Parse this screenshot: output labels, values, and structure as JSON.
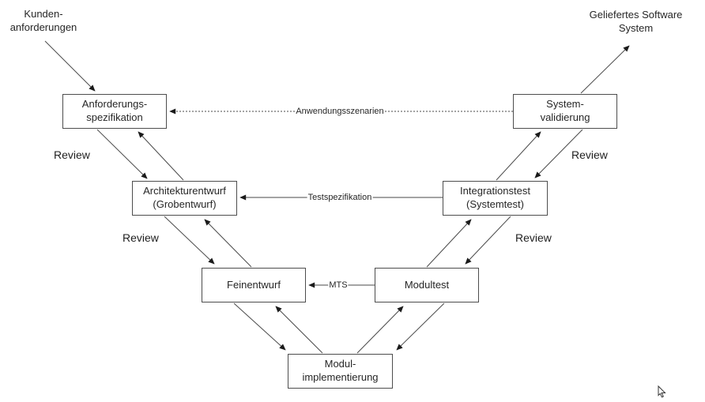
{
  "nodes": {
    "anforderungsspezifikation": {
      "label": "Anforderungs-\nspezifikation"
    },
    "systemvalidierung": {
      "label": "System-\nvalidierung"
    },
    "architekturentwurf": {
      "label": "Architekturentwurf\n(Grobentwurf)"
    },
    "integrationstest": {
      "label": "Integrationstest\n(Systemtest)"
    },
    "feinentwurf": {
      "label": "Feinentwurf"
    },
    "modultest": {
      "label": "Modultest"
    },
    "modulimplementierung": {
      "label": "Modul-\nimplementierung"
    }
  },
  "labels": {
    "kundenanforderungen": "Kunden-\nanforderungen",
    "geliefertes_software_system": "Geliefertes Software\nSystem",
    "review": "Review"
  },
  "edge_labels": {
    "anwendungsszenarien": "Anwendungsszenarien",
    "testspezifikation": "Testspezifikation",
    "mts": "MTS"
  },
  "colors": {
    "line": "#4a4a4a",
    "arrowhead": "#1a1a1a",
    "box_border": "#4d4d4d",
    "text": "#262626",
    "background": "#ffffff"
  }
}
